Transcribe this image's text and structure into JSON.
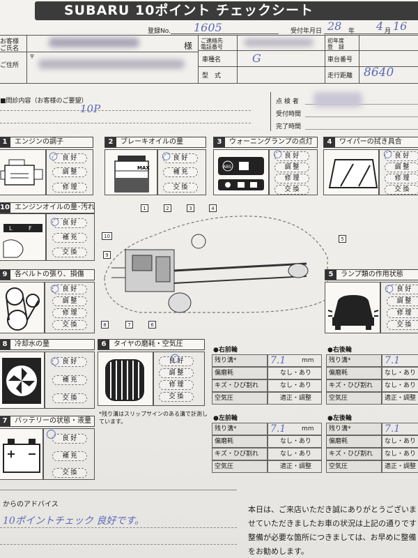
{
  "title": "SUBARU 10ポイント チェックシート",
  "header": {
    "reg_label": "登録No.",
    "reg_value": "1605",
    "date_label": "受付年月日",
    "date_year": "28",
    "date_year_unit": "年",
    "date_month": "4",
    "date_month_unit": "月",
    "date_day": "16",
    "customer_label_1": "お客様",
    "customer_label_2": "ご氏名",
    "address_label": "ご住所",
    "postal_mark": "〒",
    "honorific": "様",
    "contact_label_1": "ご連絡先",
    "contact_label_2": "電話番号",
    "model_label": "車種名",
    "model_value": "G",
    "type_label": "型　式",
    "first_reg_label_1": "初年度",
    "first_reg_label_2": "登　録",
    "chassis_label": "車台番号",
    "mileage_label": "走行距離",
    "mileage_value": "8640"
  },
  "inquiry": {
    "label": "■問診内容（お客様のご要望）",
    "value": "10P",
    "inspector_label": "点 検 者",
    "received_label": "受付時間",
    "completed_label": "完了時間"
  },
  "sections": {
    "s1": {
      "num": "1",
      "title": "エンジンの調子",
      "opts": [
        "良 好",
        "調 整",
        "修 理"
      ]
    },
    "s2": {
      "num": "2",
      "title": "ブレーキオイルの量",
      "opts": [
        "良 好",
        "補 充",
        "交 換"
      ],
      "can_label": "MAX"
    },
    "s3": {
      "num": "3",
      "title": "ウォーニングランプの点灯",
      "opts": [
        "良 好",
        "調 整",
        "修 理",
        "交 換"
      ],
      "abs_label": "ABS"
    },
    "s4": {
      "num": "4",
      "title": "ワイパーの拭き具合",
      "opts": [
        "良 好",
        "調 整",
        "修 理",
        "交 換"
      ]
    },
    "s10": {
      "num": "10",
      "title": "エンジンオイルの量･汚れ",
      "opts": [
        "良 好",
        "補 充",
        "交 換"
      ],
      "gauge_labels": [
        "L",
        "F"
      ]
    },
    "s9": {
      "num": "9",
      "title": "各ベルトの張り、損傷",
      "opts": [
        "良 好",
        "調 整",
        "修 理",
        "交 換"
      ]
    },
    "s5": {
      "num": "5",
      "title": "ランプ類の作用状態",
      "opts": [
        "良 好",
        "調 整",
        "修 理",
        "交 換"
      ]
    },
    "s8": {
      "num": "8",
      "title": "冷却水の量",
      "opts": [
        "良 好",
        "補 充",
        "交 換"
      ]
    },
    "s6": {
      "num": "6",
      "title": "タイヤの磨耗・空気圧",
      "opts": [
        "良 好",
        "調 整",
        "修 理",
        "交 換"
      ],
      "note": "*残り溝はスリップサインのある溝で計測しています。"
    },
    "s7": {
      "num": "7",
      "title": "バッテリーの状態・液量",
      "opts": [
        "良 好",
        "補 充",
        "交 換"
      ]
    }
  },
  "diagram_numbers": [
    "1",
    "2",
    "3",
    "4",
    "5",
    "6",
    "7",
    "8",
    "9",
    "10"
  ],
  "tires": {
    "row_labels": [
      "残り溝*",
      "偏磨耗",
      "キズ・ひび割れ",
      "空気圧"
    ],
    "row_values": [
      "mm",
      "なし・あり",
      "なし・あり",
      "適正・調整"
    ],
    "wheels": [
      {
        "label": "●右前輪",
        "depth": "7.1"
      },
      {
        "label": "●右後輪",
        "depth": "7.1"
      },
      {
        "label": "●左前輪",
        "depth": "7.1"
      },
      {
        "label": "●左後輪",
        "depth": "7.1"
      }
    ]
  },
  "advice": {
    "label": "からのアドバイス",
    "value": "10ポイントチェック 良好です。"
  },
  "footer_message": [
    "本日は、ご来店いただき誠にありがとうございま",
    "せていただきましたお車の状況は上記の通りです",
    "整備が必要な箇所につきましては、お早めに整備",
    "をお勧めします。"
  ]
}
